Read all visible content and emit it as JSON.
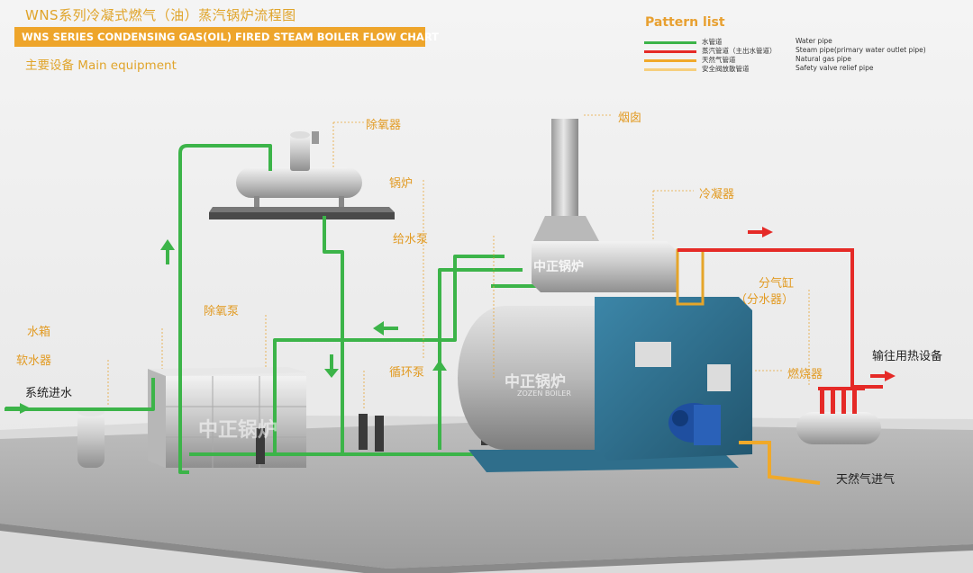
{
  "header": {
    "title_cn": "WNS系列冷凝式燃气（油）蒸汽锅炉流程图",
    "title_en": "WNS SERIES CONDENSING GAS(OIL) FIRED STEAM BOILER FLOW CHART",
    "main_equipment": "主要设备 Main equipment"
  },
  "legend": {
    "title": "Pattern list",
    "items": [
      {
        "cn": "水管道",
        "en": "Water pipe",
        "color": "#3cb449"
      },
      {
        "cn": "蒸汽管道（主出水管道）",
        "en": "Steam pipe(primary water outlet pipe)",
        "color": "#e52a27"
      },
      {
        "cn": "天然气管道",
        "en": "Natural gas pipe",
        "color": "#f0a92a"
      },
      {
        "cn": "安全阀放散管道",
        "en": "Safety valve relief pipe",
        "color": "#f6cf7e"
      }
    ]
  },
  "labels": {
    "deaerator": "除氧器",
    "chimney": "烟囱",
    "boiler": "锅炉",
    "condenser": "冷凝器",
    "feed_pump": "给水泵",
    "deaerator_pump": "除氧泵",
    "steam_header_1": "分气缸",
    "steam_header_2": "（分水器）",
    "water_tank": "水箱",
    "softener": "软水器",
    "circulation_pump": "循环泵",
    "burner": "燃烧器",
    "system_inlet": "系统进水",
    "to_heating": "输往用热设备",
    "gas_inlet": "天然气进气"
  },
  "brand": {
    "cn": "中正锅炉",
    "en": "ZOZEN BOILER"
  },
  "colors": {
    "accent": "#eea52b",
    "water": "#3cb449",
    "steam": "#e52a27",
    "gas": "#f0a92a",
    "boiler_body": "#2f6f8d"
  }
}
